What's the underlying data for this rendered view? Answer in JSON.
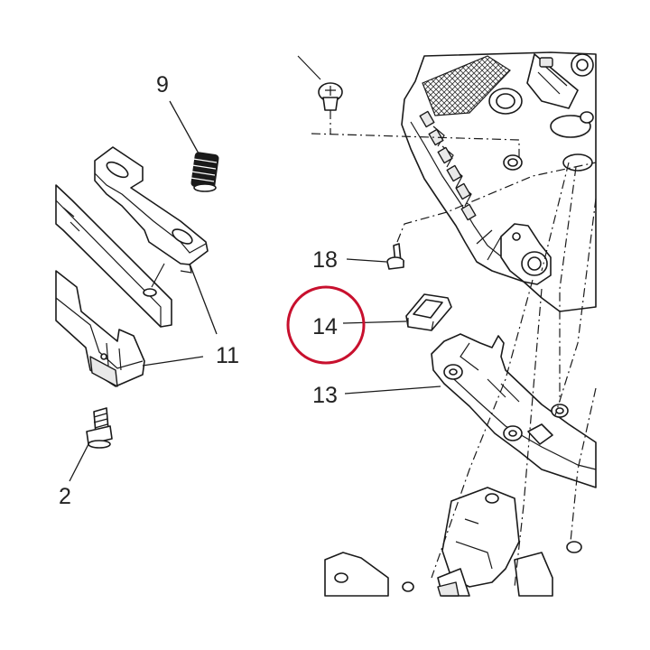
{
  "callouts": {
    "c9": "9",
    "c11": "11",
    "c2": "2",
    "c18": "18",
    "c14": "14",
    "c13": "13"
  },
  "highlight": {
    "target": "14",
    "color": "#c8102e"
  }
}
